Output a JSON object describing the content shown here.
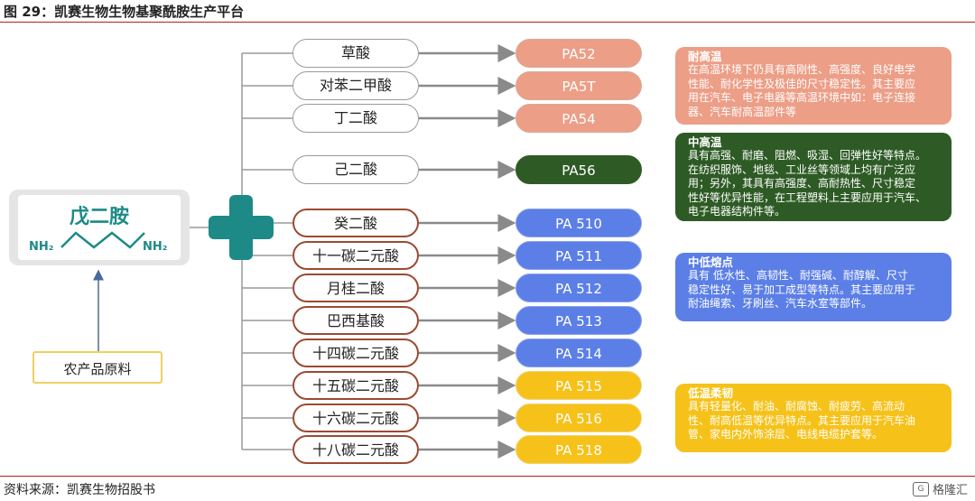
{
  "title": "图 29：凯赛生物生物基聚酰胺生产平台",
  "source": "资料来源：凯赛生物招股书",
  "watermark": "格隆汇",
  "watermark_icon": "G-logo-icon",
  "molecule": {
    "name": "戊二胺",
    "left_group": "NH₂",
    "right_group": "NH₂"
  },
  "raw_material": "农产品原料",
  "acids": [
    "草酸",
    "对苯二甲酸",
    "丁二酸",
    "己二酸",
    "癸二酸",
    "十一碳二元酸",
    "月桂二酸",
    "巴西基酸",
    "十四碳二元酸",
    "十五碳二元酸",
    "十六碳二元酸",
    "十八碳二元酸"
  ],
  "products": [
    "PA52",
    "PA5T",
    "PA54",
    "PA56",
    "PA 510",
    "PA 511",
    "PA 512",
    "PA 513",
    "PA 514",
    "PA 515",
    "PA 516",
    "PA 518"
  ],
  "colors": {
    "salmon": "#ec9e87",
    "green": "#2e5b25",
    "blue": "#5b7fe6",
    "yellow": "#f6c21a",
    "teal": "#1d8a87"
  },
  "descriptions": [
    {
      "heading": "耐高温",
      "lines": [
        "在高温环境下仍具有高刚性、高强度、良好电学",
        "性能、耐化学性及极佳的尺寸稳定性。其主要应",
        "用在汽车、电子电器等高温环境中如：电子连接",
        "器、汽车耐高温部件等"
      ]
    },
    {
      "heading": "中高温",
      "lines": [
        "具有高强、耐磨、阻燃、吸湿、回弹性好等特点。",
        "在纺织服饰、地毯、工业丝等领域上均有广泛应",
        "用；另外，其具有高强度、高耐热性、尺寸稳定",
        "性好等优异性能，在工程塑料上主要应用于汽车、",
        "电子电器结构件等。"
      ]
    },
    {
      "heading": "中低熔点",
      "lines": [
        "具有 低水性、高韧性、耐强碱、耐醇解、尺寸",
        "稳定性好、易于加工成型等特点。其主要应用于",
        "耐油绳索、牙刷丝、汽车水室等部件。"
      ]
    },
    {
      "heading": "低温柔韧",
      "lines": [
        "具有轻量化、耐油、耐腐蚀、耐疲劳、高流动",
        "性、耐高低温等优异特点。其主要应用于汽车油",
        "管、家电内外饰涂层、电线电缆护套等。"
      ]
    }
  ]
}
